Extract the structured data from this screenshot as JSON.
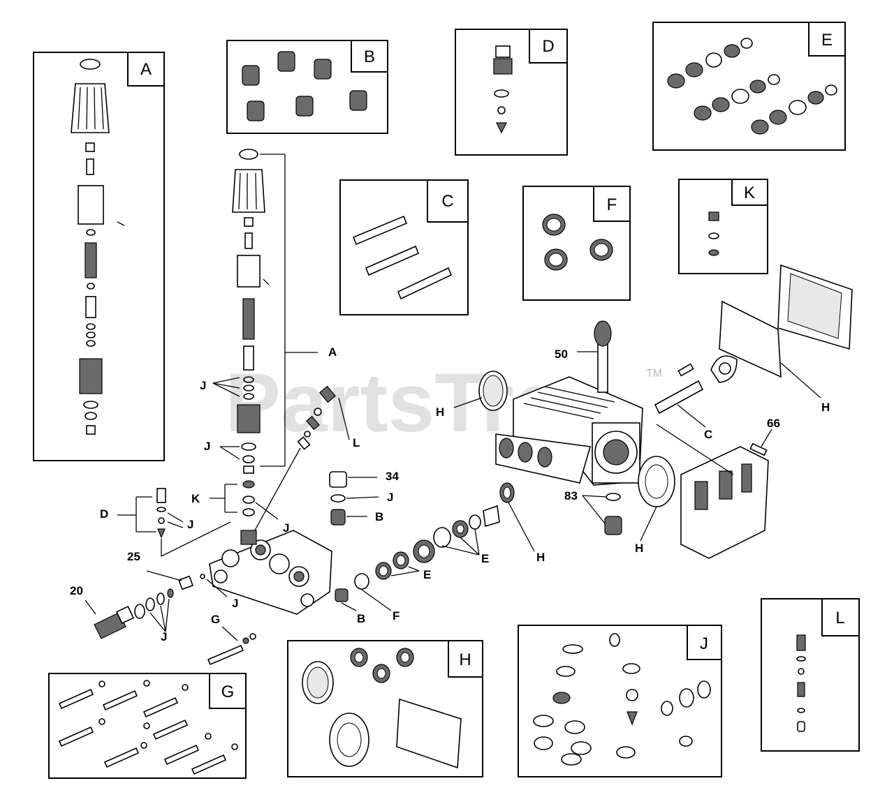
{
  "watermark": "PartsTree",
  "trademark": "TM",
  "kits": [
    "A",
    "B",
    "C",
    "D",
    "E",
    "F",
    "G",
    "H",
    "J",
    "K",
    "L"
  ],
  "callouts": {
    "a": "A",
    "b": "B",
    "c": "C",
    "d": "D",
    "e": "E",
    "f": "F",
    "g": "G",
    "h": "H",
    "j": "J",
    "k": "K",
    "l": "L",
    "n20": "20",
    "n25": "25",
    "n34": "34",
    "n50": "50",
    "n66": "66",
    "n83": "83"
  }
}
